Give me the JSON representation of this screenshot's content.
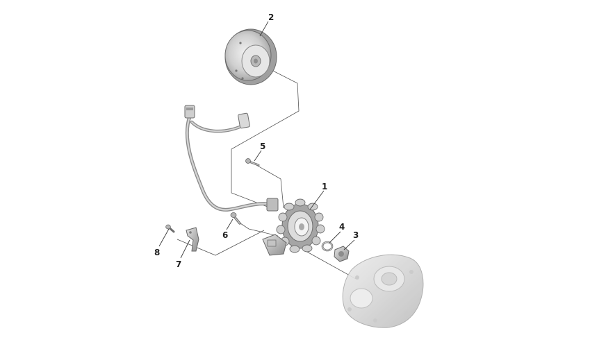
{
  "diagram": {
    "callouts": [
      {
        "id": "1",
        "label": "1"
      },
      {
        "id": "2",
        "label": "2"
      },
      {
        "id": "3",
        "label": "3"
      },
      {
        "id": "4",
        "label": "4"
      },
      {
        "id": "5",
        "label": "5"
      },
      {
        "id": "6",
        "label": "6"
      },
      {
        "id": "7",
        "label": "7"
      },
      {
        "id": "8",
        "label": "8"
      }
    ],
    "colors": {
      "part_fill": "#d8d8d8",
      "part_shadow": "#a8a8a8",
      "part_stroke": "#6b6b6b",
      "leader": "#3a3a3a",
      "text": "#1e1e1e",
      "background": "#ffffff"
    }
  }
}
